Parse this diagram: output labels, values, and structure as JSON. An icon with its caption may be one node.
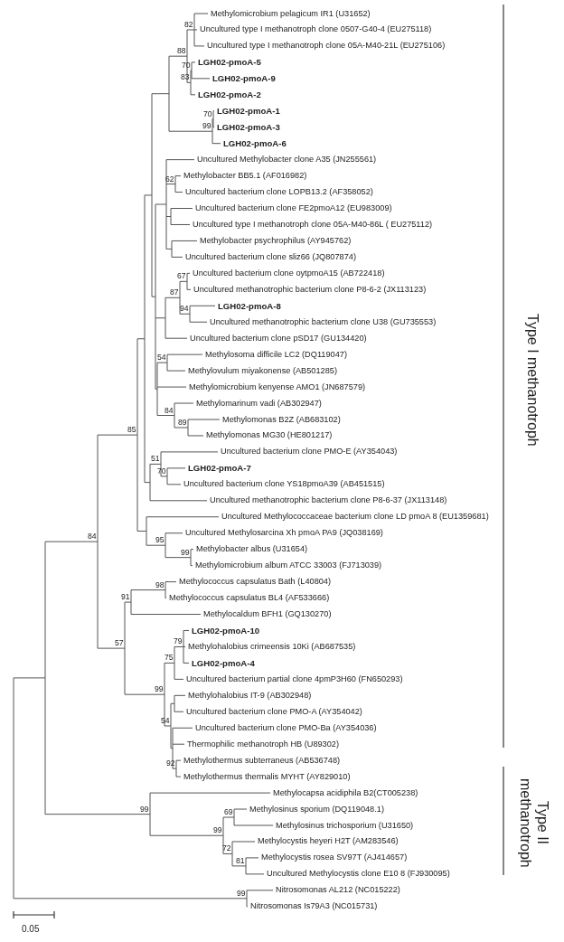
{
  "diagram": {
    "nodes": [
      {
        "text": [
          "Methylomicrobium pelagicum IR1 (U31652)"
        ]
      },
      {
        "text": [
          "Uncultured type I methanotroph clone 0507-G40-4 (EU275118)"
        ]
      },
      {
        "text": [
          "Uncultured type I methanotroph clone 05A-M40-21L (EU275106)"
        ]
      },
      {
        "text": [
          "LGH02-pmoA-5"
        ]
      },
      {
        "text": [
          "LGH02-pmoA-9"
        ]
      },
      {
        "text": [
          "LGH02-pmoA-2"
        ]
      },
      {
        "text": [
          "LGH02-pmoA-1"
        ]
      },
      {
        "text": [
          "LGH02-pmoA-3"
        ]
      },
      {
        "text": [
          "LGH02-pmoA-6"
        ]
      },
      {
        "text": [
          "Uncultured Methylobacter clone A35 (JN255561)"
        ]
      },
      {
        "text": [
          "Methylobacter BB5.1 (AF016982)"
        ]
      },
      {
        "text": [
          "Uncultured bacterium clone LOPB13.2 (AF358052)"
        ]
      },
      {
        "text": [
          "Uncultured bacterium clone FE2pmoA12 (EU983009)"
        ]
      },
      {
        "text": [
          "Uncultured type I methanotroph clone 05A-M40-86L ( EU275112)"
        ]
      },
      {
        "text": [
          "Methylobacter psychrophilus (AY945762)"
        ]
      },
      {
        "text": [
          "Uncultured bacterium clone sliz66 (JQ807874)"
        ]
      },
      {
        "text": [
          "Uncultured bacterium clone oytpmoA15 (AB722418)"
        ]
      },
      {
        "text": [
          "Uncultured methanotrophic bacterium clone P8-6-2 (JX113123)"
        ]
      },
      {
        "text": [
          "LGH02-pmoA-8"
        ]
      },
      {
        "text": [
          "Uncultured methanotrophic bacterium clone U38 (GU735553)"
        ]
      },
      {
        "text": [
          "Uncultured bacterium clone pSD17 (GU134420)"
        ]
      },
      {
        "text": [
          "Methylosoma difficile LC2 (DQ119047)"
        ]
      },
      {
        "text": [
          "Methylovulum miyakonense (AB501285)"
        ]
      },
      {
        "text": [
          "Methylomicrobium kenyense AMO1 (JN687579)"
        ]
      },
      {
        "text": [
          "Methylomarinum vadi (AB302947)"
        ]
      },
      {
        "text": [
          "Methylomonas B2Z (AB683102)"
        ]
      },
      {
        "text": [
          "Methylomonas MG30 (HE801217)"
        ]
      },
      {
        "text": [
          "Uncultured bacterium clone PMO-E (AY354043)"
        ]
      },
      {
        "text": [
          "LGH02-pmoA-7"
        ]
      },
      {
        "text": [
          "Uncultured bacterium clone YS18pmoA39 (AB451515)"
        ]
      },
      {
        "text": [
          "Uncultured methanotrophic bacterium clone P8-6-37 (JX113148)"
        ]
      },
      {
        "text": [
          "Uncultured Methylococcaceae bacterium clone LD pmoA 8 (EU1359681)"
        ]
      },
      {
        "text": [
          "Uncultured Methylosarcina Xh pmoA PA9 (JQ038169)"
        ]
      },
      {
        "text": [
          "Methylobacter albus (U31654)"
        ]
      },
      {
        "text": [
          "Methylomicrobium album ATCC 33003 (FJ713039)"
        ]
      },
      {
        "text": [
          "Methylococcus capsulatus Bath (L40804)"
        ]
      },
      {
        "text": [
          "Methylococcus capsulatus BL4 (AF533666)"
        ]
      },
      {
        "text": [
          "Methylocaldum BFH1 (GQ130270)"
        ]
      },
      {
        "text": [
          "LGH02-pmoA-10"
        ]
      },
      {
        "text": [
          "Methylohalobius crimeensis 10Ki (AB687535)"
        ]
      },
      {
        "text": [
          "LGH02-pmoA-4"
        ]
      },
      {
        "text": [
          "Uncultured bacterium partial clone 4pmP3H60 (FN650293)"
        ]
      },
      {
        "text": [
          "Methylohalobius IT-9 (AB302948)"
        ]
      },
      {
        "text": [
          "Uncultured bacterium clone PMO-A (AY354042)"
        ]
      },
      {
        "text": [
          "Uncultured bacterium clone PMO-Ba (AY354036)"
        ]
      },
      {
        "text": [
          "Thermophilic methanotroph HB (U89302)"
        ]
      },
      {
        "text": [
          "Methylothermus subterraneus (AB536748)"
        ]
      },
      {
        "text": [
          "Methylothermus thermalis MYHT (AY829010)"
        ]
      },
      {
        "text": [
          "Methylocapsa acidiphila B2(CT005238)"
        ]
      },
      {
        "text": [
          "Methylosinus sporium (DQ119048.1)"
        ]
      },
      {
        "text": [
          "Methylosinus trichosporium (U31650)"
        ]
      },
      {
        "text": [
          "Methylocystis heyeri H2T (AM283546)"
        ]
      },
      {
        "text": [
          "Methylocystis rosea SV97T (AJ414657)"
        ]
      },
      {
        "text": [
          "Uncultured Methylocystis clone E10 8 (FJ930095)"
        ]
      },
      {
        "text": [
          "Nitrosomonas AL212 (NC015222)"
        ]
      },
      {
        "text": [
          "Nitrosomonas Is79A3 (NC015731)"
        ]
      }
    ],
    "labels": [
      "82",
      "88",
      "70",
      "83",
      "70",
      "99",
      "62",
      "67",
      "87",
      "94",
      "54",
      "84",
      "89",
      "51",
      "70",
      "85",
      "84",
      "95",
      "99",
      "98",
      "91",
      "79",
      "75",
      "57",
      "99",
      "54",
      "92",
      "69",
      "99",
      "99",
      "72",
      "81",
      "99",
      "Type I methanotroph",
      "Type II methanotroph",
      "0.05"
    ]
  }
}
